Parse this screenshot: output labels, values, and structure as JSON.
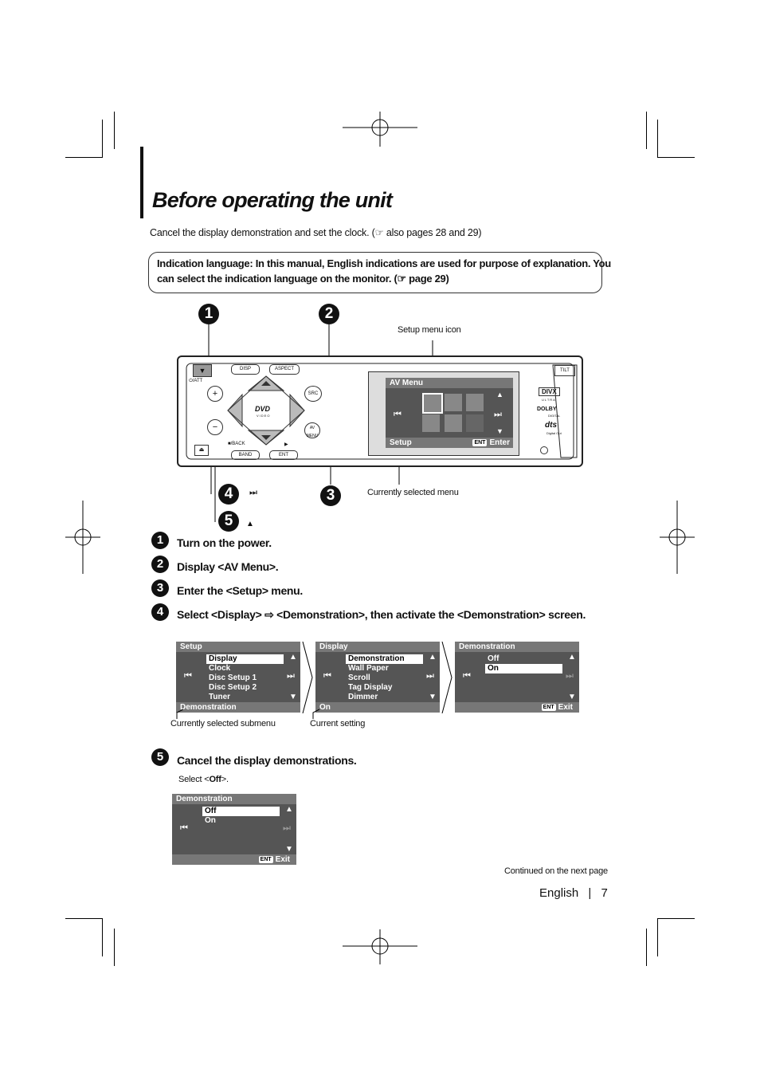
{
  "page": {
    "title": "Before operating the unit",
    "intro": "Cancel the display demonstration and set the clock. (☞ also pages 28 and 29)",
    "note_line1": "Indication language: In this manual, English indications are used for purpose of explanation. You",
    "note_line2": "can select the indication language on the monitor. (☞ page 29)",
    "continued": "Continued on the next page",
    "footer_lang": "English",
    "footer_sep": "|",
    "page_number": "7"
  },
  "diagram": {
    "callout_1": "1",
    "callout_2": "2",
    "callout_3": "3",
    "callout_4": "4",
    "callout_5": "5",
    "label_setup_icon": "Setup menu icon",
    "label_current_menu": "Currently selected menu",
    "sym_next": "⏭",
    "sym_up": "▲",
    "device": {
      "btn_disp": "DISP",
      "btn_aspect": "ASPECT",
      "btn_tilt": "TILT",
      "btn_src": "SRC",
      "btn_band": "BAND",
      "btn_ent": "ENT",
      "btn_av": "AV MENU",
      "lbl_att": "⏻/ATT",
      "lbl_back": "■/BACK",
      "lbl_play": "▶",
      "btn_plus": "+",
      "btn_minus": "−",
      "logo_dvd": "DVD",
      "logo_video": "VIDEO",
      "logo_divx": "DIVX",
      "logo_ultra": "ULTRA",
      "logo_dolby": "DOLBY",
      "logo_digital": "DIGITAL",
      "logo_dts": "dts",
      "logo_digital_out": "Digital Out",
      "screen_header": "AV Menu",
      "screen_footer": "Setup",
      "screen_ent": "ENT",
      "screen_enter": "Enter"
    }
  },
  "steps": [
    {
      "num": "1",
      "text": "Turn on the power."
    },
    {
      "num": "2",
      "text": "Display <AV Menu>."
    },
    {
      "num": "3",
      "text": "Enter the <Setup> menu."
    },
    {
      "num": "4",
      "text": "Select <Display> ⇨ <Demonstration>, then activate the <Demonstration> screen."
    },
    {
      "num": "5",
      "text": "Cancel the display demonstrations."
    }
  ],
  "screens": {
    "setup": {
      "header": "Setup",
      "items": [
        "Display",
        "Clock",
        "Disc Setup 1",
        "Disc Setup 2",
        "Tuner"
      ],
      "footer": "Demonstration"
    },
    "display": {
      "header": "Display",
      "items": [
        "Demonstration",
        "Wall Paper",
        "Scroll",
        "Tag Display",
        "Dimmer"
      ],
      "footer": "On"
    },
    "demo": {
      "header": "Demonstration",
      "items": [
        "Off",
        "On"
      ],
      "ent": "ENT",
      "exit": "Exit"
    },
    "demo2": {
      "header": "Demonstration",
      "items": [
        "Off",
        "On"
      ],
      "ent": "ENT",
      "exit": "Exit"
    }
  },
  "labels": {
    "current_submenu": "Currently selected submenu",
    "current_setting": "Current setting",
    "select_prefix": "Select <",
    "select_value": "Off",
    "select_suffix": ">."
  },
  "icons": {
    "prev": "⏮",
    "next": "⏭",
    "up": "▲",
    "down": "▼"
  }
}
